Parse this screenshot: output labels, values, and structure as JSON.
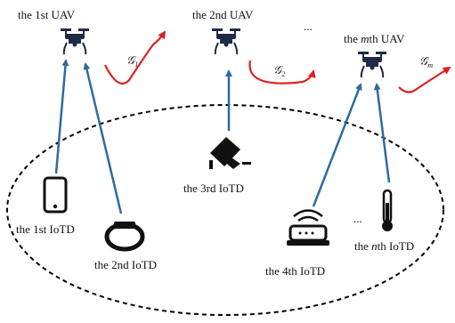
{
  "uavs": [
    {
      "label": "the 1st UAV",
      "trajectory": "G1"
    },
    {
      "label": "the 2nd UAV",
      "trajectory": "G2"
    },
    {
      "label_pre": "the ",
      "label_italic": "m",
      "label_post": "th UAV",
      "trajectory": "Gm"
    }
  ],
  "trajectories": [
    {
      "symbol": "𝒢",
      "subscript": "1"
    },
    {
      "symbol": "𝒢",
      "subscript": "2"
    },
    {
      "symbol": "𝒢",
      "subscript": "m"
    }
  ],
  "ellipsis_uav": "...",
  "ellipsis_iotd": "...",
  "iotds": [
    {
      "label": "the 1st IoTD",
      "device": "smartphone-icon"
    },
    {
      "label": "the 2nd IoTD",
      "device": "wristband-icon"
    },
    {
      "label": "the 3rd IoTD",
      "device": "security-camera-icon"
    },
    {
      "label": "the 4th IoTD",
      "device": "wifi-router-icon"
    },
    {
      "label_pre": "the ",
      "label_italic": "n",
      "label_post": "th IoTD",
      "device": "thermometer-icon"
    }
  ],
  "colors": {
    "uav": "#1f2a44",
    "uplink_arrow": "#2e6b9e",
    "trajectory": "#e02020",
    "coverage_boundary": "#000000",
    "device": "#111111"
  }
}
